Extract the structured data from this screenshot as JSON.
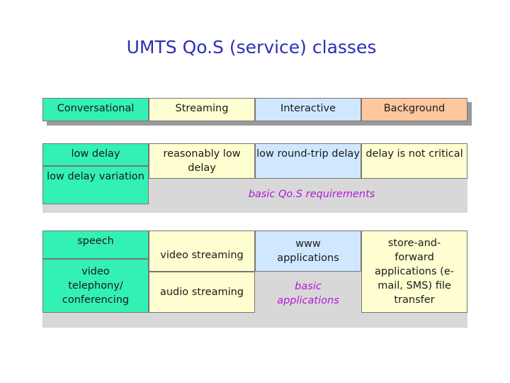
{
  "title": "UMTS Qo.S (service) classes",
  "classes": {
    "conversational": "Conversational",
    "streaming": "Streaming",
    "interactive": "Interactive",
    "background": "Background"
  },
  "requirements": {
    "conversational_1": "low delay",
    "conversational_2": "low delay variation",
    "streaming": "reasonably  low delay",
    "interactive": "low round-trip delay",
    "background": "delay is not critical",
    "label": "basic Qo.S requirements"
  },
  "applications": {
    "conversational_1": "speech",
    "conversational_2": "video telephony/ conferencing",
    "streaming_1": "video streaming",
    "streaming_2": "audio streaming",
    "interactive_1": "www applications",
    "interactive_2": "basic applications",
    "background": "store-and-forward applications (e-mail, SMS) file transfer"
  },
  "colors": {
    "title": "#2e2eb8",
    "conversational": "#33f0b4",
    "streaming": "#fffed0",
    "interactive": "#cfe8ff",
    "background_header": "#ffc79e",
    "label_accent": "#b018d8"
  }
}
